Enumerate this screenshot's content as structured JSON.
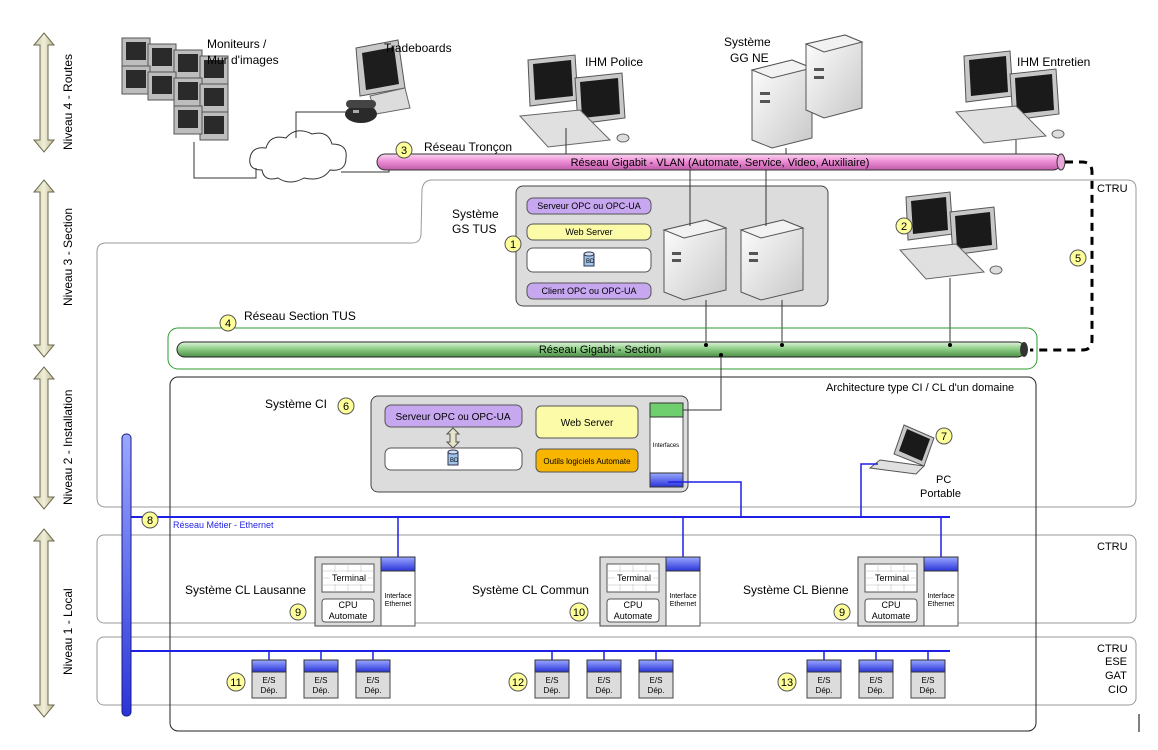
{
  "levels": [
    "Niveau 4 - Routes",
    "Niveau 3 - Section",
    "Niveau 2 - Installation",
    "Niveau 1 - Local"
  ],
  "top_labels": {
    "monitors": [
      "Moniteurs /",
      "Mur d'images"
    ],
    "tradeboards": "Tradeboards",
    "ihm_police": "IHM Police",
    "gg_ne": [
      "Système",
      "GG NE"
    ],
    "ihm_entretien": "IHM Entretien"
  },
  "networks": {
    "troncon_title": "Réseau Tronçon",
    "troncon_pipe": "Réseau Gigabit - VLAN (Automate, Service, Video, Auxiliaire)",
    "section_title": "Réseau Section TUS",
    "section_pipe": "Réseau Gigabit - Section",
    "metier": "Réseau Métier - Ethernet"
  },
  "gs_tus": {
    "title": [
      "Système",
      "GS TUS"
    ],
    "opc_server": "Serveur OPC ou OPC-UA",
    "web_server": "Web Server",
    "db": "BD",
    "opc_client": "Client OPC ou OPC-UA"
  },
  "ci": {
    "title": "Système CI",
    "opc_server": "Serveur OPC ou OPC-UA",
    "web_server": "Web Server",
    "db": "BD",
    "tools": "Outils logiciels Automate",
    "interfaces": "Interfaces"
  },
  "domain_label": "Architecture type CI / CL d'un domaine",
  "ctru_labels": [
    "CTRU",
    "CTRU"
  ],
  "bottom_ctru": [
    "CTRU",
    "ESE",
    "GAT",
    "CIO"
  ],
  "pc": [
    "PC",
    "Portable"
  ],
  "cl_systems": [
    {
      "name": "Système CL Lausanne",
      "num": "9"
    },
    {
      "name": "Système CL Commun",
      "num": "10"
    },
    {
      "name": "Système CL Bienne",
      "num": "9"
    }
  ],
  "cl_terminal": "Terminal",
  "cl_cpu": [
    "CPU",
    "Automate"
  ],
  "cl_iface": [
    "Interface",
    "Ethernet"
  ],
  "es_label": [
    "E/S",
    "Dép."
  ],
  "numbers": {
    "n1": "1",
    "n2": "2",
    "n3": "3",
    "n4": "4",
    "n5": "5",
    "n6": "6",
    "n7": "7",
    "n8": "8",
    "n11": "11",
    "n12": "12",
    "n13": "13"
  },
  "colors": {
    "vlan_pipe": "#ef9fd9",
    "section_pipe": "#9fd39a",
    "opc_box": "#c7a8f0",
    "web_box": "#fbfba8",
    "tools_box": "#f7b500",
    "network_blue": "#1f1fe6",
    "marker": "#ffff99"
  }
}
